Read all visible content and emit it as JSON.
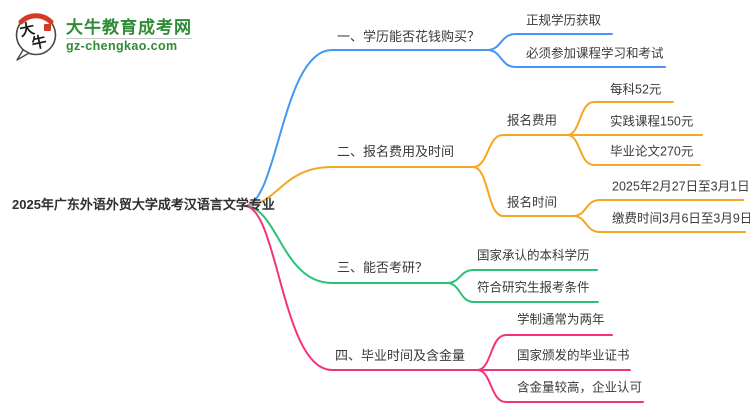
{
  "logo": {
    "icon_text": "大牛",
    "site_name": "大牛教育成考网",
    "site_url": "gz-chengkao.com",
    "brand_green": "#2e8b35",
    "seal_red": "#d43a28"
  },
  "root": {
    "label": "2025年广东外语外贸大学成考汉语言文学专业"
  },
  "theme": {
    "background": "#ffffff",
    "text_color": "#3a3a3a"
  },
  "branches": [
    {
      "label": "一、学历能否花钱购买？",
      "color": "#4397f2",
      "children": [
        {
          "label": "正规学历获取"
        },
        {
          "label": "必须参加课程学习和考试"
        }
      ]
    },
    {
      "label": "二、报名费用及时间",
      "color": "#f5a623",
      "children": [
        {
          "label": "报名费用",
          "children": [
            {
              "label": "每科52元"
            },
            {
              "label": "实践课程150元"
            },
            {
              "label": "毕业论文270元"
            }
          ]
        },
        {
          "label": "报名时间",
          "children": [
            {
              "label": "2025年2月27日至3月1日"
            },
            {
              "label": "缴费时间3月6日至3月9日"
            }
          ]
        }
      ]
    },
    {
      "label": "三、能否考研？",
      "color": "#2bc275",
      "children": [
        {
          "label": "国家承认的本科学历"
        },
        {
          "label": "符合研究生报考条件"
        }
      ]
    },
    {
      "label": "四、毕业时间及含金量",
      "color": "#f5317f",
      "children": [
        {
          "label": "学制通常为两年"
        },
        {
          "label": "国家颁发的毕业证书"
        },
        {
          "label": "含金量较高，企业认可"
        }
      ]
    }
  ]
}
